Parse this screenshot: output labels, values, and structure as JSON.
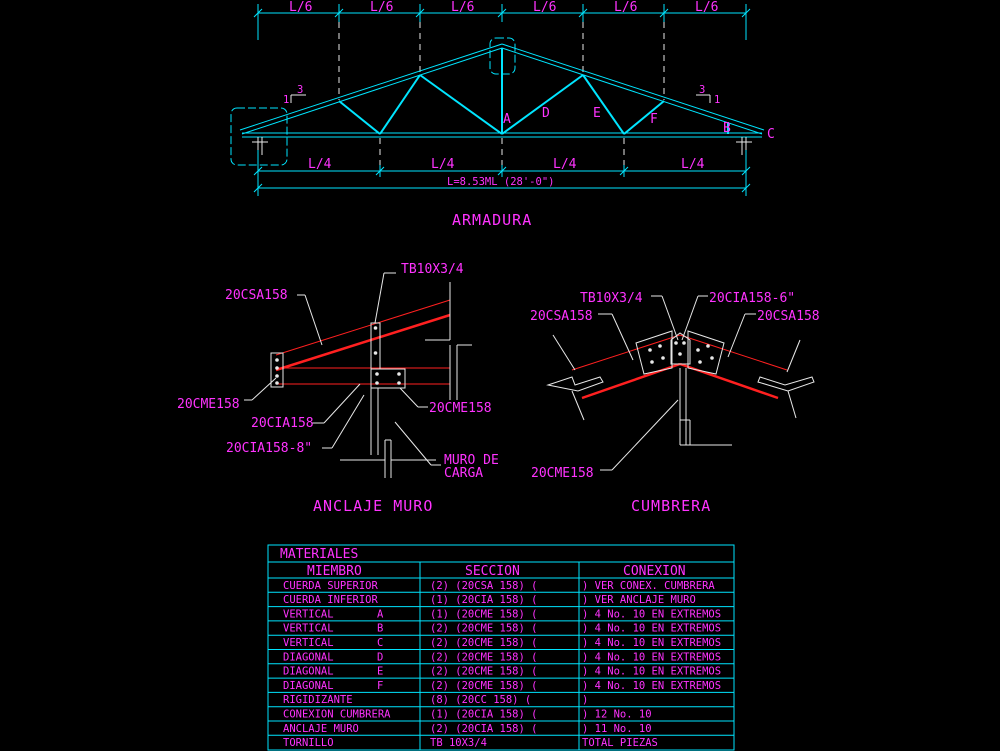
{
  "truss": {
    "top_dims": [
      "L/6",
      "L/6",
      "L/6",
      "L/6",
      "L/6",
      "L/6"
    ],
    "bottom_dims": [
      "L/4",
      "L/4",
      "L/4",
      "L/4"
    ],
    "span_label": "L=8.53ML (28'-0\")",
    "title": "ARMADURA",
    "member_labels": [
      "A",
      "D",
      "E",
      "F",
      "B",
      "C"
    ],
    "slope_left": [
      "3",
      "1"
    ],
    "slope_right": [
      "3",
      "1"
    ]
  },
  "anclaje": {
    "title": "ANCLAJE MURO",
    "labels": {
      "tb": "TB10X3/4",
      "csa": "20CSA158",
      "cme_left": "20CME158",
      "cia": "20CIA158",
      "cia8": "20CIA158-8\"",
      "cme_right": "20CME158",
      "muro1": "MURO DE",
      "muro2": "CARGA"
    }
  },
  "cumbrera": {
    "title": "CUMBRERA",
    "labels": {
      "tb": "TB10X3/4",
      "cia6": "20CIA158-6\"",
      "csa_left": "20CSA158",
      "csa_right": "20CSA158",
      "cme": "20CME158"
    }
  },
  "table": {
    "title": "MATERIALES",
    "headers": [
      "MIEMBRO",
      "SECCION",
      "CONEXION"
    ],
    "rows": [
      {
        "member": "CUERDA SUPERIOR",
        "letter": "",
        "section": "(2)  (20CSA 158) (",
        "conn": ") VER CONEX. CUMBRERA"
      },
      {
        "member": "CUERDA INFERIOR",
        "letter": "",
        "section": "(1)  (20CIA 158) (",
        "conn": ") VER ANCLAJE MURO"
      },
      {
        "member": "VERTICAL",
        "letter": "A",
        "section": "(1) (20CME 158) (",
        "conn": ") 4 No. 10 EN EXTREMOS"
      },
      {
        "member": "VERTICAL",
        "letter": "B",
        "section": "(2) (20CME 158) (",
        "conn": ") 4 No. 10 EN EXTREMOS"
      },
      {
        "member": "VERTICAL",
        "letter": "C",
        "section": "(2) (20CME 158) (",
        "conn": ") 4 No. 10 EN EXTREMOS"
      },
      {
        "member": "DIAGONAL",
        "letter": "D",
        "section": "(2) (20CME 158) (",
        "conn": ") 4 No. 10 EN EXTREMOS"
      },
      {
        "member": "DIAGONAL",
        "letter": "E",
        "section": "(2) (20CME 158) (",
        "conn": ") 4 No. 10 EN EXTREMOS"
      },
      {
        "member": "DIAGONAL",
        "letter": "F",
        "section": "(2) (20CME 158) (",
        "conn": ") 4 No. 10 EN EXTREMOS"
      },
      {
        "member": "RIGIDIZANTE",
        "letter": "",
        "section": "(8) (20CC  158) (",
        "conn": ")"
      },
      {
        "member": "CONEXION CUMBRERA",
        "letter": "",
        "section": "(1)   (20CIA 158) (",
        "conn": ") 12  No. 10"
      },
      {
        "member": "ANCLAJE MURO",
        "letter": "",
        "section": "(2)   (20CIA 158) (",
        "conn": ") 11   No. 10"
      },
      {
        "member": "TORNILLO",
        "letter": "",
        "section": "TB 10X3/4",
        "conn": "TOTAL           PIEZAS"
      }
    ]
  }
}
